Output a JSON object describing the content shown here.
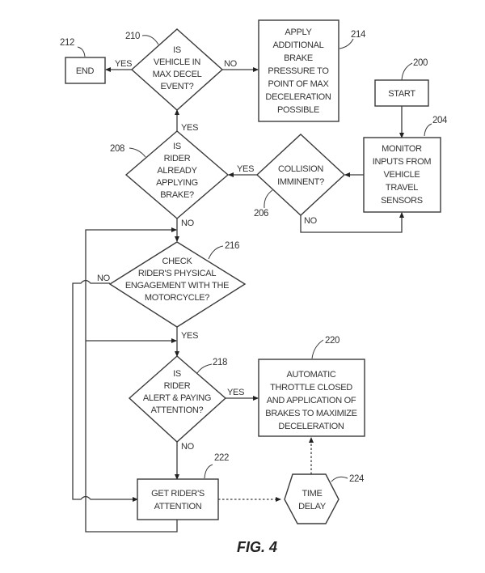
{
  "figure": {
    "caption": "FIG. 4"
  },
  "nodes": {
    "start": {
      "ref": "200",
      "lines": [
        "START"
      ]
    },
    "monitor": {
      "ref": "204",
      "lines": [
        "MONITOR",
        "INPUTS FROM",
        "VEHICLE",
        "TRAVEL",
        "SENSORS"
      ]
    },
    "collision": {
      "ref": "206",
      "lines": [
        "COLLISION",
        "IMMINENT?"
      ]
    },
    "rider_braking": {
      "ref": "208",
      "lines": [
        "IS",
        "RIDER",
        "ALREADY",
        "APPLYING",
        "BRAKE?"
      ]
    },
    "max_decel": {
      "ref": "210",
      "lines": [
        "IS",
        "VEHICLE IN",
        "MAX DECEL",
        "EVENT?"
      ]
    },
    "end": {
      "ref": "212",
      "lines": [
        "END"
      ]
    },
    "apply_brake": {
      "ref": "214",
      "lines": [
        "APPLY",
        "ADDITIONAL",
        "BRAKE",
        "PRESSURE TO",
        "POINT OF MAX",
        "DECELERATION",
        "POSSIBLE"
      ]
    },
    "engagement": {
      "ref": "216",
      "lines": [
        "CHECK",
        "RIDER'S PHYSICAL",
        "ENGAGEMENT WITH THE",
        "MOTORCYCLE?"
      ]
    },
    "alert": {
      "ref": "218",
      "lines": [
        "IS",
        "RIDER",
        "ALERT & PAYING",
        "ATTENTION?"
      ]
    },
    "auto_throttle": {
      "ref": "220",
      "lines": [
        "AUTOMATIC",
        "THROTTLE CLOSED",
        "AND APPLICATION OF",
        "BRAKES TO MAXIMIZE",
        "DECELERATION"
      ]
    },
    "get_attention": {
      "ref": "222",
      "lines": [
        "GET RIDER'S",
        "ATTENTION"
      ]
    },
    "time_delay": {
      "ref": "224",
      "lines": [
        "TIME",
        "DELAY"
      ]
    }
  },
  "edge_labels": {
    "max_decel_yes": "YES",
    "max_decel_no": "NO",
    "rider_braking_yes": "YES",
    "rider_braking_no": "NO",
    "collision_yes": "YES",
    "collision_no": "NO",
    "engagement_no": "NO",
    "engagement_yes": "YES",
    "alert_yes": "YES",
    "alert_no": "NO"
  }
}
